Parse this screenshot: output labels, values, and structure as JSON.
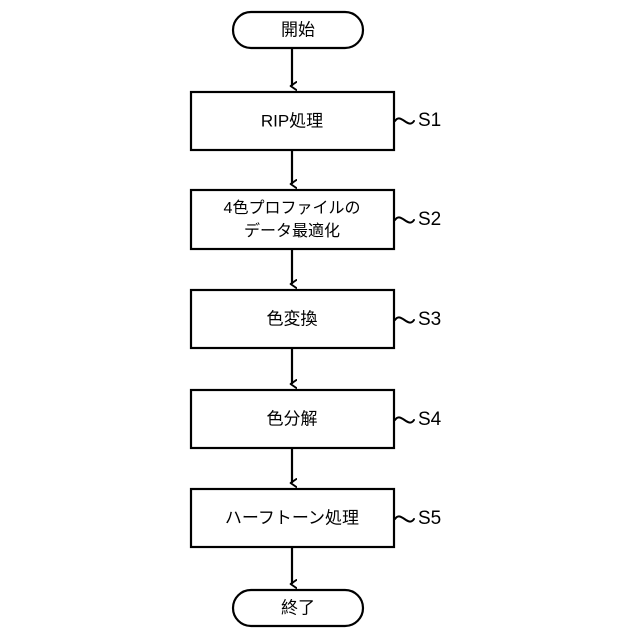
{
  "diagram": {
    "type": "flowchart",
    "orientation": "vertical-top-to-bottom",
    "background_color": "#ffffff",
    "stroke_color": "#000000",
    "language": "ja",
    "nodes": [
      {
        "id": "start",
        "shape": "stadium",
        "label": "開始",
        "step_label": ""
      },
      {
        "id": "s1",
        "shape": "rectangle",
        "label": "RIP処理",
        "step_label": "S1"
      },
      {
        "id": "s2",
        "shape": "rectangle",
        "label_line1": "4色プロファイルの",
        "label_line2": "データ最適化",
        "step_label": "S2"
      },
      {
        "id": "s3",
        "shape": "rectangle",
        "label": "色変換",
        "step_label": "S3"
      },
      {
        "id": "s4",
        "shape": "rectangle",
        "label": "色分解",
        "step_label": "S4"
      },
      {
        "id": "s5",
        "shape": "rectangle",
        "label": "ハーフトーン処理",
        "step_label": "S5"
      },
      {
        "id": "end",
        "shape": "stadium",
        "label": "終了",
        "step_label": ""
      }
    ],
    "edges": [
      {
        "from": "start",
        "to": "s1",
        "arrow": "end"
      },
      {
        "from": "s1",
        "to": "s2",
        "arrow": "end"
      },
      {
        "from": "s2",
        "to": "s3",
        "arrow": "end"
      },
      {
        "from": "s3",
        "to": "s4",
        "arrow": "end"
      },
      {
        "from": "s4",
        "to": "s5",
        "arrow": "end"
      },
      {
        "from": "s5",
        "to": "end",
        "arrow": "end"
      }
    ]
  }
}
